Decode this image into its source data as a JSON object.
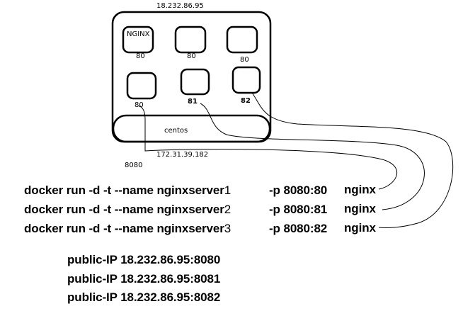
{
  "diagram": {
    "host_ip": "18.232.86.95",
    "containers_row1": [
      {
        "label": "NGINX",
        "port": "80"
      },
      {
        "label": "",
        "port": "80"
      },
      {
        "label": "",
        "port": "80"
      }
    ],
    "containers_row2": [
      {
        "port": "80"
      },
      {
        "port": "81"
      },
      {
        "port": "82"
      }
    ],
    "host_os": "centos",
    "private_ip": "172.31.39.182",
    "host_port": "8080"
  },
  "commands": [
    {
      "prefix": "docker run -d -t --name nginxserver",
      "index": "1",
      "port_map": "-p 8080:80",
      "image": "nginx"
    },
    {
      "prefix": "docker run -d -t --name nginxserver",
      "index": "2",
      "port_map": "-p 8080:81",
      "image": "nginx"
    },
    {
      "prefix": "docker run -d -t --name nginxserver",
      "index": "3",
      "port_map": "-p 8080:82",
      "image": "nginx"
    }
  ],
  "public_endpoints": [
    "public-IP 18.232.86.95:8080",
    "public-IP 18.232.86.95:8081",
    "public-IP 18.232.86.95:8082"
  ]
}
